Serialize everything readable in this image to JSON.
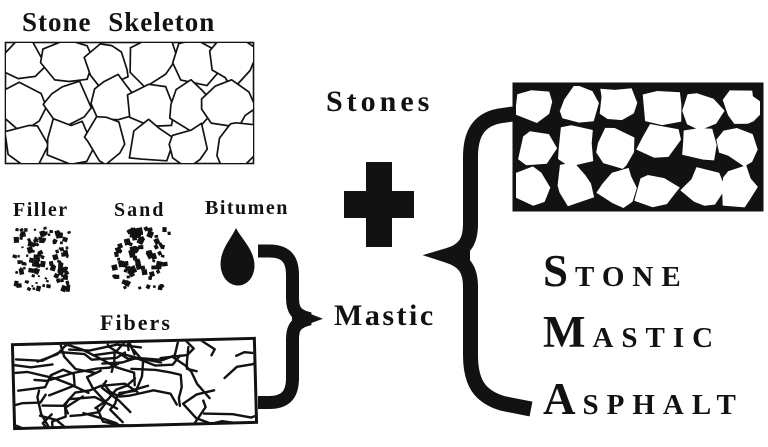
{
  "labels": {
    "stone_skeleton": "Stone Skeleton",
    "filler": "Filler",
    "sand": "Sand",
    "bitumen": "Bitumen",
    "fibers": "Fibers",
    "stones": "Stones",
    "mastic": "Mastic"
  },
  "sma_acronym": {
    "lines": [
      {
        "initial": "S",
        "rest": "TONE"
      },
      {
        "initial": "M",
        "rest": "ASTIC"
      },
      {
        "initial": "A",
        "rest": "SPHALT"
      }
    ]
  },
  "icons": {
    "plus_icon": "+",
    "bitumen_drop_icon": "droplet",
    "mastic_brace_icon": "}",
    "sma_brace_icon": "{"
  },
  "colors": {
    "ink": "#121212",
    "paper": "#ffffff"
  }
}
